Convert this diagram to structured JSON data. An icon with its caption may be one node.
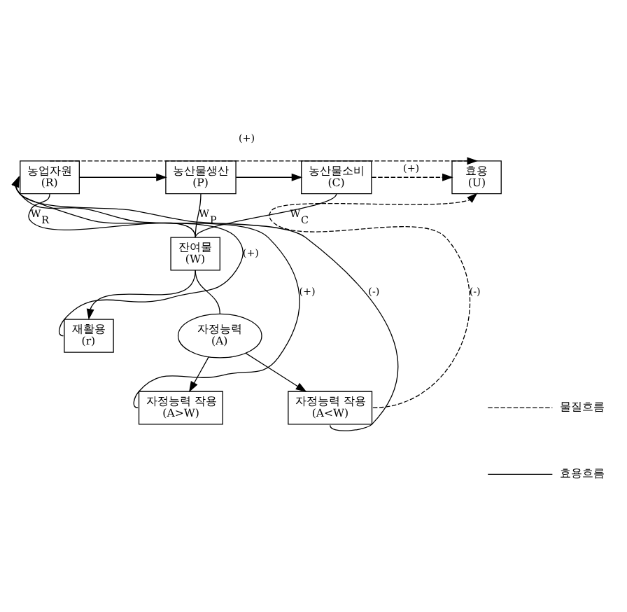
{
  "diagram": {
    "nodes": [
      {
        "text": [
          "농업자원",
          "(R)"
        ]
      },
      {
        "text": [
          "농산물생산",
          "(P)"
        ]
      },
      {
        "text": [
          "농산물소비",
          "(C)"
        ]
      },
      {
        "text": [
          "효용",
          "(U)"
        ]
      },
      {
        "text": [
          "잔여물",
          "(W)"
        ]
      },
      {
        "text": [
          "재활용",
          "(r)"
        ]
      },
      {
        "text": [
          "자정능력",
          "(A)"
        ]
      },
      {
        "text": [
          "자정능력 작용",
          "(A>W)"
        ]
      },
      {
        "text": [
          "자정능력 작용",
          "(A<W)"
        ]
      }
    ],
    "edges": [
      {
        "from": 0,
        "to": 1,
        "arrow": "to"
      },
      {
        "from": 1,
        "to": 2,
        "arrow": "to"
      },
      {
        "from": 2,
        "to": 3,
        "arrow": "to",
        "label": "(+)",
        "style": "dashed"
      },
      {
        "from": 0,
        "to": 3,
        "arrow": "to",
        "label": "(+)",
        "style": "dashed"
      },
      {
        "from": 0,
        "to": 4,
        "arrow": "none",
        "label": "W$_{R}$"
      },
      {
        "from": 1,
        "to": 4,
        "arrow": "none",
        "label": "W$_{P}$"
      },
      {
        "from": 2,
        "to": 4,
        "arrow": "none",
        "label": "W$_{C}$"
      },
      {
        "from": 4,
        "to": 6,
        "arrow": "none"
      },
      {
        "from": 4,
        "to": 5,
        "arrow": "to"
      },
      {
        "from": 5,
        "to": 0,
        "arrow": "to",
        "label": "(+)"
      },
      {
        "from": 6,
        "to": 7,
        "arrow": "to"
      },
      {
        "from": 6,
        "to": 8,
        "arrow": "to"
      },
      {
        "from": 7,
        "to": 0,
        "arrow": "to",
        "label": "(+)"
      },
      {
        "from": 8,
        "to": 0,
        "arrow": "to",
        "label": "(-)"
      },
      {
        "from": 8,
        "to": 3,
        "arrow": "to",
        "label": "(-)",
        "style": "dashed"
      }
    ],
    "legend": [
      {
        "text": "물질흐름"
      },
      {
        "text": "효용흐름"
      }
    ]
  }
}
